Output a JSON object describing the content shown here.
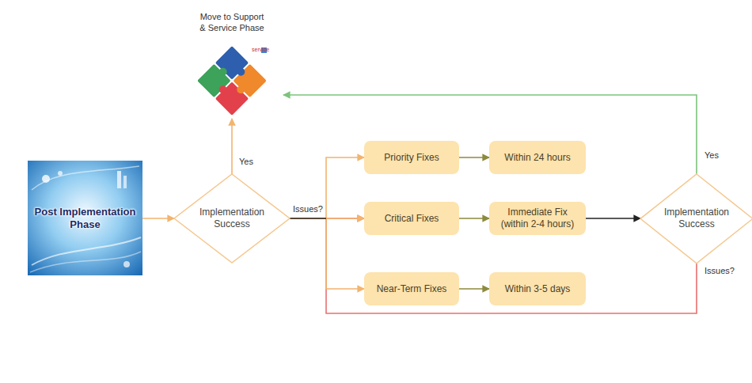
{
  "diagram": {
    "nodes": [
      {
        "text": [
          "Post Implementation Phase"
        ]
      },
      {
        "text": [
          "Implementation Success"
        ]
      },
      {
        "text": [
          "Move to Support & Service Phase"
        ]
      },
      {
        "text": [
          "Priority Fixes"
        ]
      },
      {
        "text": [
          "Within 24 hours"
        ]
      },
      {
        "text": [
          "Critical Fixes"
        ]
      },
      {
        "text": [
          "Immediate Fix (within 2-4 hours)"
        ]
      },
      {
        "text": [
          "Near-Term Fixes"
        ]
      },
      {
        "text": [
          "Within 3-5 days"
        ]
      },
      {
        "text": [
          "Implementation Success"
        ]
      }
    ],
    "edges": [
      {
        "from": 0,
        "to": 1,
        "arrow": "to"
      },
      {
        "from": 1,
        "to": 2,
        "label": "Yes",
        "arrow": "to"
      },
      {
        "from": 1,
        "to": 3,
        "arrow": "to"
      },
      {
        "from": 1,
        "to": 5,
        "label": "Issues?",
        "arrow": "to"
      },
      {
        "from": 1,
        "to": 7,
        "arrow": "to"
      },
      {
        "from": 3,
        "to": 4,
        "arrow": "to"
      },
      {
        "from": 5,
        "to": 6,
        "arrow": "to"
      },
      {
        "from": 7,
        "to": 8,
        "arrow": "to"
      },
      {
        "from": 6,
        "to": 9,
        "arrow": "to"
      },
      {
        "from": 9,
        "to": 2,
        "label": "Yes",
        "arrow": "to"
      },
      {
        "from": 9,
        "to": 5,
        "label": "Issues?",
        "arrow": "to"
      }
    ],
    "labels": [
      "service"
    ]
  }
}
